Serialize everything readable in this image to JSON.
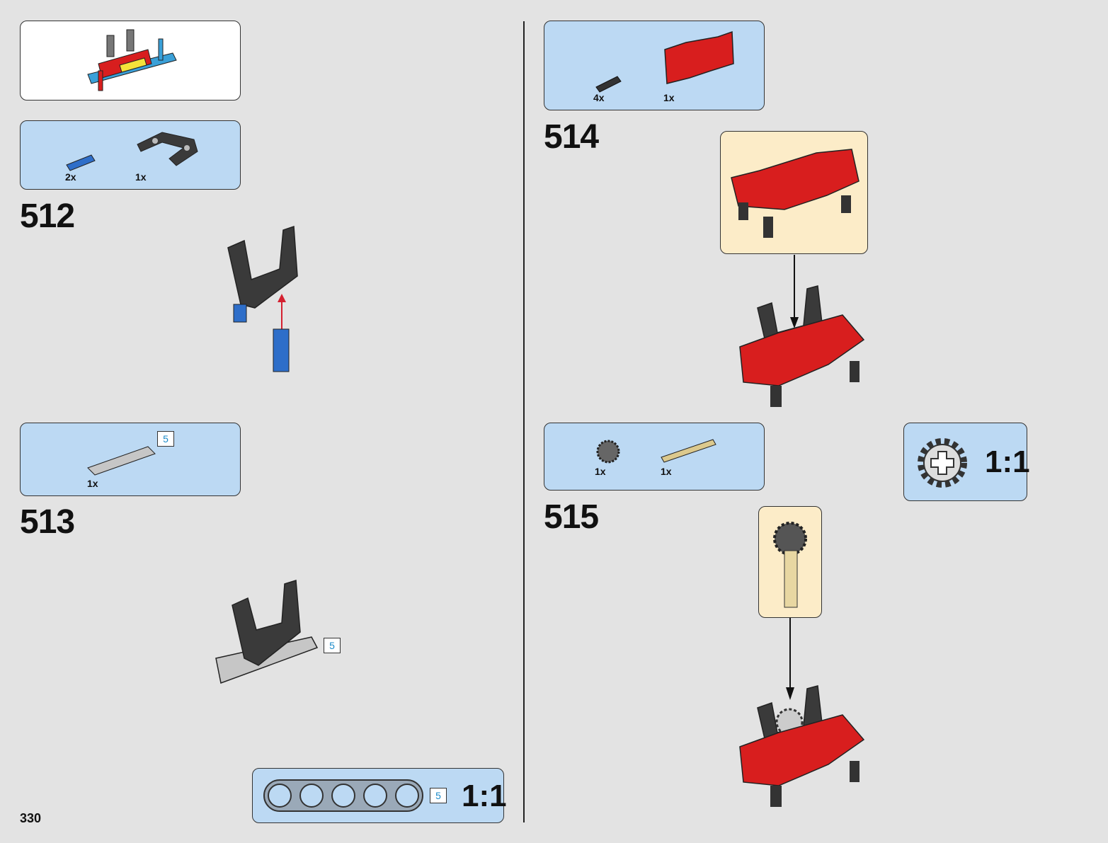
{
  "page": {
    "number": "330"
  },
  "steps": {
    "s512": {
      "number": "512",
      "parts": [
        {
          "qty": "2x"
        },
        {
          "qty": "1x"
        }
      ]
    },
    "s513": {
      "number": "513",
      "parts": [
        {
          "qty": "1x",
          "length": "5"
        }
      ],
      "model_length": "5"
    },
    "s514": {
      "number": "514",
      "parts": [
        {
          "qty": "4x"
        },
        {
          "qty": "1x"
        }
      ]
    },
    "s515": {
      "number": "515",
      "parts": [
        {
          "qty": "1x"
        },
        {
          "qty": "1x"
        }
      ]
    }
  },
  "callouts": {
    "beam_scale": {
      "length": "5",
      "ratio": "1:1"
    },
    "gear_scale": {
      "ratio": "1:1"
    }
  },
  "colors": {
    "background": "#e3e3e3",
    "parts_panel": "#bcd9f3",
    "subassembly_panel": "#fcecc8",
    "beam_red": "#d81e1e",
    "pin_blue": "#2e6ec9",
    "arrow_red": "#d42030"
  },
  "icons": [
    "previous-assembly-image",
    "blue-pin-icon",
    "black-bent-beam-icon",
    "gray-beam-5-icon",
    "black-pin-icon",
    "red-frame-icon",
    "gear-icon",
    "tan-axle-icon",
    "assembly-arrow-icon"
  ]
}
